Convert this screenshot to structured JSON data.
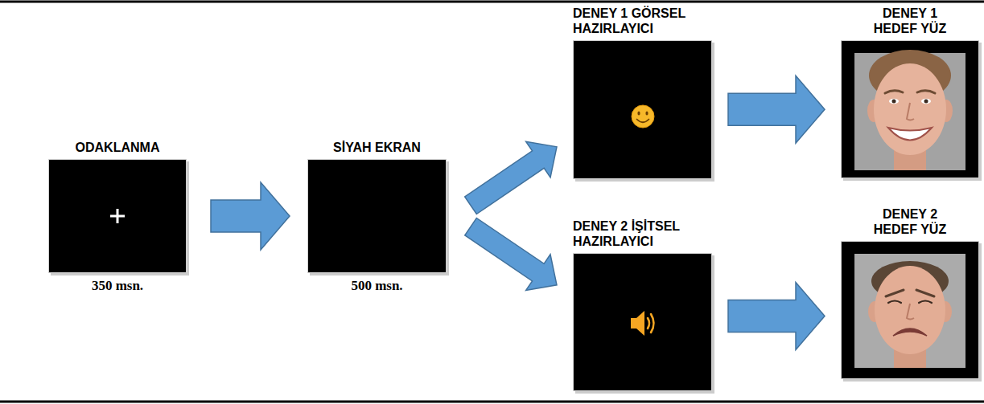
{
  "diagram": {
    "nodes": [
      {
        "text": [
          "ODAKLANMA",
          "350 msn."
        ]
      },
      {
        "text": [
          "SİYAH EKRAN",
          "500 msn."
        ]
      },
      {
        "text": [
          "DENEY 1 GÖRSEL HAZIRLAYICI"
        ]
      },
      {
        "text": [
          "DENEY 1 HEDEF YÜZ"
        ]
      },
      {
        "text": [
          "DENEY 2 İŞİTSEL HAZIRLAYICI"
        ]
      },
      {
        "text": [
          "DENEY 2 HEDEF YÜZ"
        ]
      }
    ],
    "edges": [
      {
        "from": 0,
        "to": 1,
        "arrow": "to"
      },
      {
        "from": 1,
        "to": 2,
        "arrow": "to"
      },
      {
        "from": 1,
        "to": 4,
        "arrow": "to"
      },
      {
        "from": 2,
        "to": 3,
        "arrow": "to"
      },
      {
        "from": 4,
        "to": 5,
        "arrow": "to"
      }
    ]
  }
}
